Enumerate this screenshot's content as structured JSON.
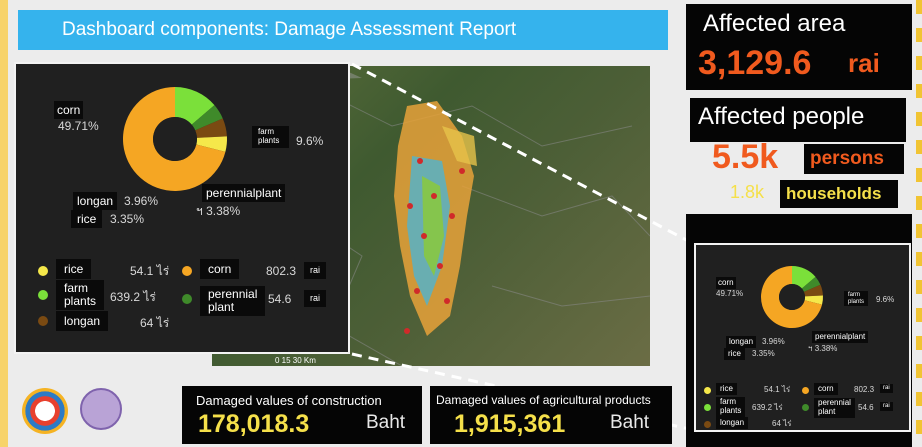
{
  "header": {
    "title": "Dashboard components: Damage Assessment Report"
  },
  "affected_area": {
    "label": "Affected area",
    "value": "3,129.6",
    "unit": "rai"
  },
  "affected_people": {
    "label": "Affected people",
    "value": "5.5k",
    "unit": "persons",
    "households_value": "1.8k",
    "households_unit": "households"
  },
  "construction": {
    "label": "Damaged values of construction",
    "value": "178,018.3",
    "unit": "Baht"
  },
  "agriculture": {
    "label": "Damaged values of agricultural products",
    "value": "1,915,361",
    "unit": "Baht"
  },
  "map": {
    "scale_text": "0 15 30 Km"
  },
  "colors": {
    "corn": "#f5a623",
    "farm_plants": "#7be03a",
    "rice": "#f5e84a",
    "longan": "#7a4a12",
    "perennial_plant": "#3f8a2a",
    "accent_orange": "#f05a1e",
    "title_blue": "#35b3ed"
  },
  "chart_data": {
    "type": "pie",
    "slices": [
      {
        "name": "corn",
        "percent": 49.71,
        "percent_label": "49.71%",
        "value": "802.3",
        "unit": "rai",
        "color": "#f5a623"
      },
      {
        "name": "farm plants",
        "percent": 9.6,
        "percent_label": "9.6%",
        "value": "639.2",
        "unit": "ไร่",
        "color": "#7be03a"
      },
      {
        "name": "longan",
        "percent": 3.96,
        "percent_label": "3.96%",
        "value": "64",
        "unit": "ไร่",
        "color": "#7a4a12"
      },
      {
        "name": "rice",
        "percent": 3.35,
        "percent_label": "3.35%",
        "value": "54.1",
        "unit": "ไร่",
        "color": "#f5e84a"
      },
      {
        "name": "perennial plant",
        "percent": 3.38,
        "percent_label": "3.38%",
        "value": "54.6",
        "unit": "rai",
        "color": "#3f8a2a"
      }
    ],
    "labels": {
      "corn": "corn",
      "farm": "farm",
      "plants": "plants",
      "longan": "longan",
      "rice": "rice",
      "perennialplant": "perennialplant",
      "perennial": "perennial",
      "plant": "plant",
      "small_pct_prefix": "ฯ"
    }
  }
}
